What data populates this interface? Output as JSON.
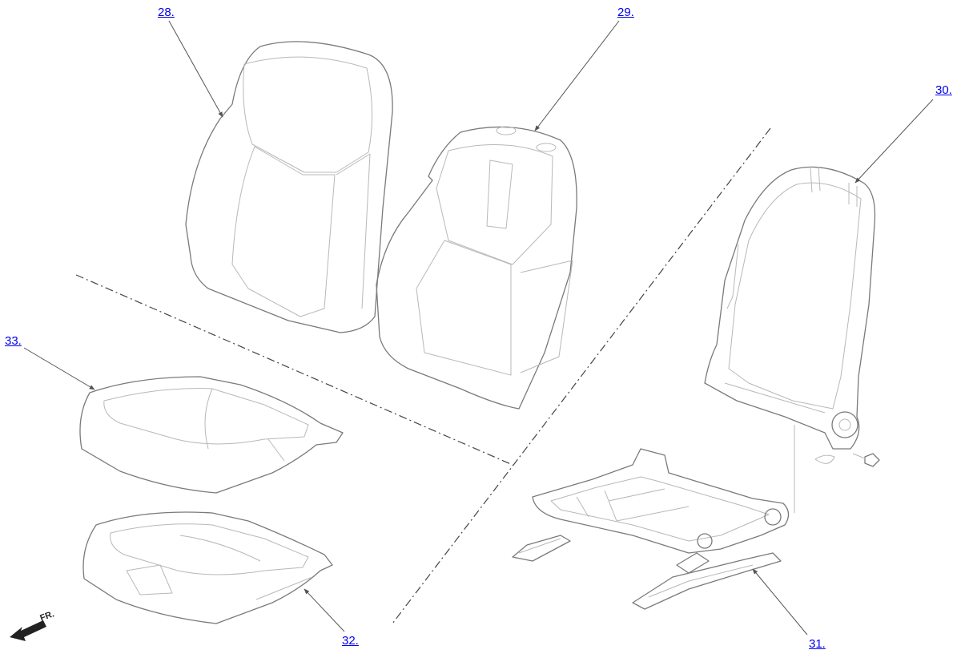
{
  "callouts": {
    "c28": "28.",
    "c29": "29.",
    "c30": "30.",
    "c31": "31.",
    "c32": "32.",
    "c33": "33."
  },
  "direction": {
    "label": "FR.",
    "icon": "front-arrow-icon"
  },
  "colors": {
    "callout_link": "#0000ee",
    "part_outline": "#7a7a7a",
    "leader_line": "#555555"
  }
}
